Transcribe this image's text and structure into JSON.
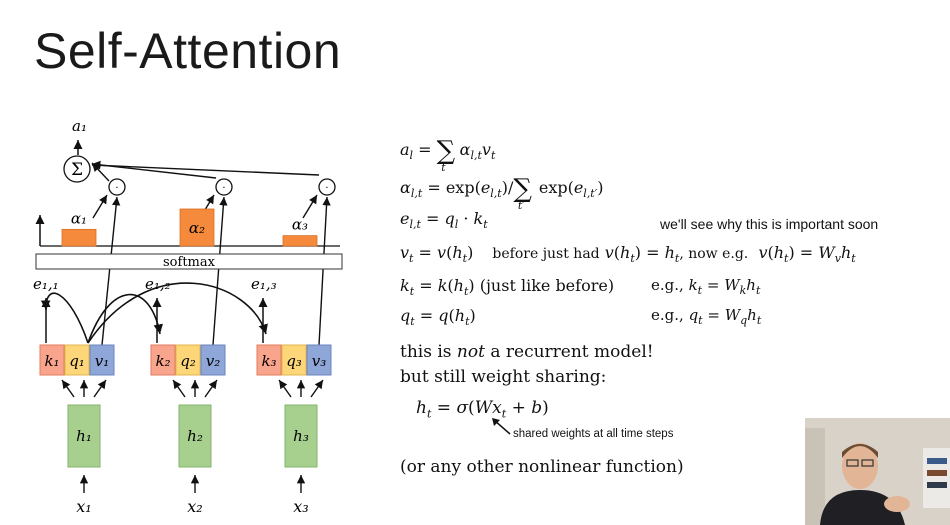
{
  "slide": {
    "title": "Self-Attention"
  },
  "diagram": {
    "output_label": "a₁",
    "sum_symbol": "Σ",
    "dot_symbol": "⊙",
    "weights": [
      {
        "label": "α₁",
        "value": 0.45
      },
      {
        "label": "α₂",
        "value": 1.0
      },
      {
        "label": "α₃",
        "value": 0.28
      }
    ],
    "softmax_label": "softmax",
    "scores": [
      "e₁,₁",
      "e₁,₂",
      "e₁,₃"
    ],
    "keys": [
      "k₁",
      "k₂",
      "k₃"
    ],
    "queries": [
      "q₁",
      "q₂",
      "q₃"
    ],
    "values": [
      "v₁",
      "v₂",
      "v₃"
    ],
    "hidden": [
      "h₁",
      "h₂",
      "h₃"
    ],
    "inputs": [
      "x₁",
      "x₂",
      "x₃"
    ],
    "colors": {
      "weight_bar": "#f58a3c",
      "key": "#f9a48c",
      "query": "#fdd67a",
      "value": "#8ea6d8",
      "hidden": "#a7cf8e",
      "hidden_border": "#86b36f"
    }
  },
  "equations": {
    "a_l": "a_l = Σ_t α_{l,t} v_t",
    "alpha": "α_{l,t} = exp(e_{l,t}) / Σ_{t'} exp(e_{l,t'})",
    "e": "e_{l,t} = q_l · k_t",
    "v": "v_t = v(h_t)",
    "v_note_before": "before just had",
    "v_note_hv": "v(h_t) = h_t",
    "v_note_now": ", now e.g.",
    "v_note_eq": "v(h_t) = W_v h_t",
    "k": "k_t = k(h_t)",
    "k_note": "(just like before)",
    "k_eg": "e.g., k_t = W_k h_t",
    "q": "q_t = q(h_t)",
    "q_eg": "e.g., q_t = W_q h_t",
    "not_recurrent_pre": "this is",
    "not_recurrent_em": "not",
    "not_recurrent_post": "a recurrent model!",
    "weight_sharing": "but still weight sharing:",
    "h_eq": "h_t = σ(W x_t + b)",
    "any_other": "(or any other nonlinear function)"
  },
  "annotations": {
    "important": "we'll see why this is important soon",
    "shared": "shared weights at all time steps"
  },
  "webcam": {
    "description_icon": "presenter-video-icon"
  }
}
